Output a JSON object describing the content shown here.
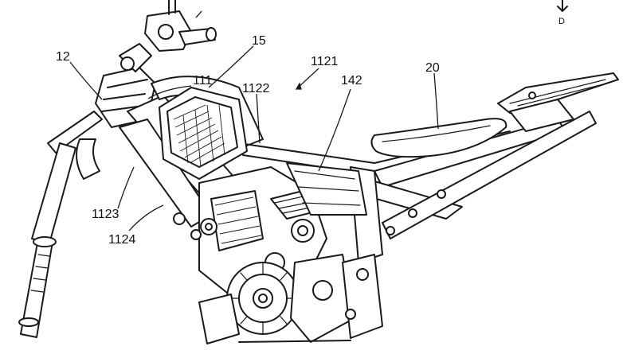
{
  "labels": {
    "ref_12": "12",
    "ref_15": "15",
    "ref_111": "111",
    "ref_1121": "1121",
    "ref_1122": "1122",
    "ref_1123": "1123",
    "ref_1124": "1124",
    "ref_142": "142",
    "ref_20": "20",
    "direction_d": "D"
  }
}
